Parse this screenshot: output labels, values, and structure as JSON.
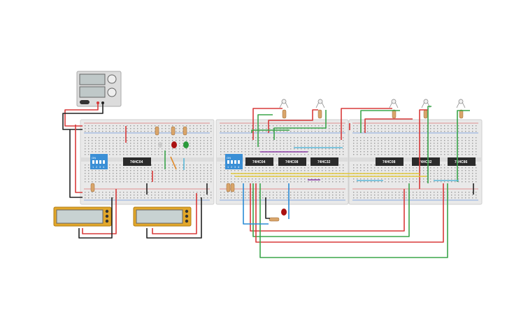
{
  "chips": [
    "74HC04",
    "74HC04",
    "74HC08",
    "74HC32",
    "74HC08",
    "74HC32",
    "74HC86"
  ],
  "switch_labels": {
    "on": "ON",
    "numbers": [
      "1",
      "2",
      "3",
      "4"
    ]
  },
  "colors": {
    "breadboard": "#e9e9e9",
    "wire_red": "#d83a3a",
    "wire_green": "#3aa54a",
    "wire_black": "#222222",
    "wire_blue": "#2a8bd6",
    "wire_yellow": "#e0c83a",
    "wire_purple": "#8b3aa5",
    "wire_cyan": "#5ab8d8",
    "wire_orange": "#e08a2a",
    "multimeter": "#e2a72a",
    "switch": "#3a8fd6"
  },
  "icons": [
    "power-supply-icon",
    "multimeter-icon",
    "led-icon",
    "resistor-icon",
    "photoresistor-icon",
    "dip-switch-icon"
  ]
}
